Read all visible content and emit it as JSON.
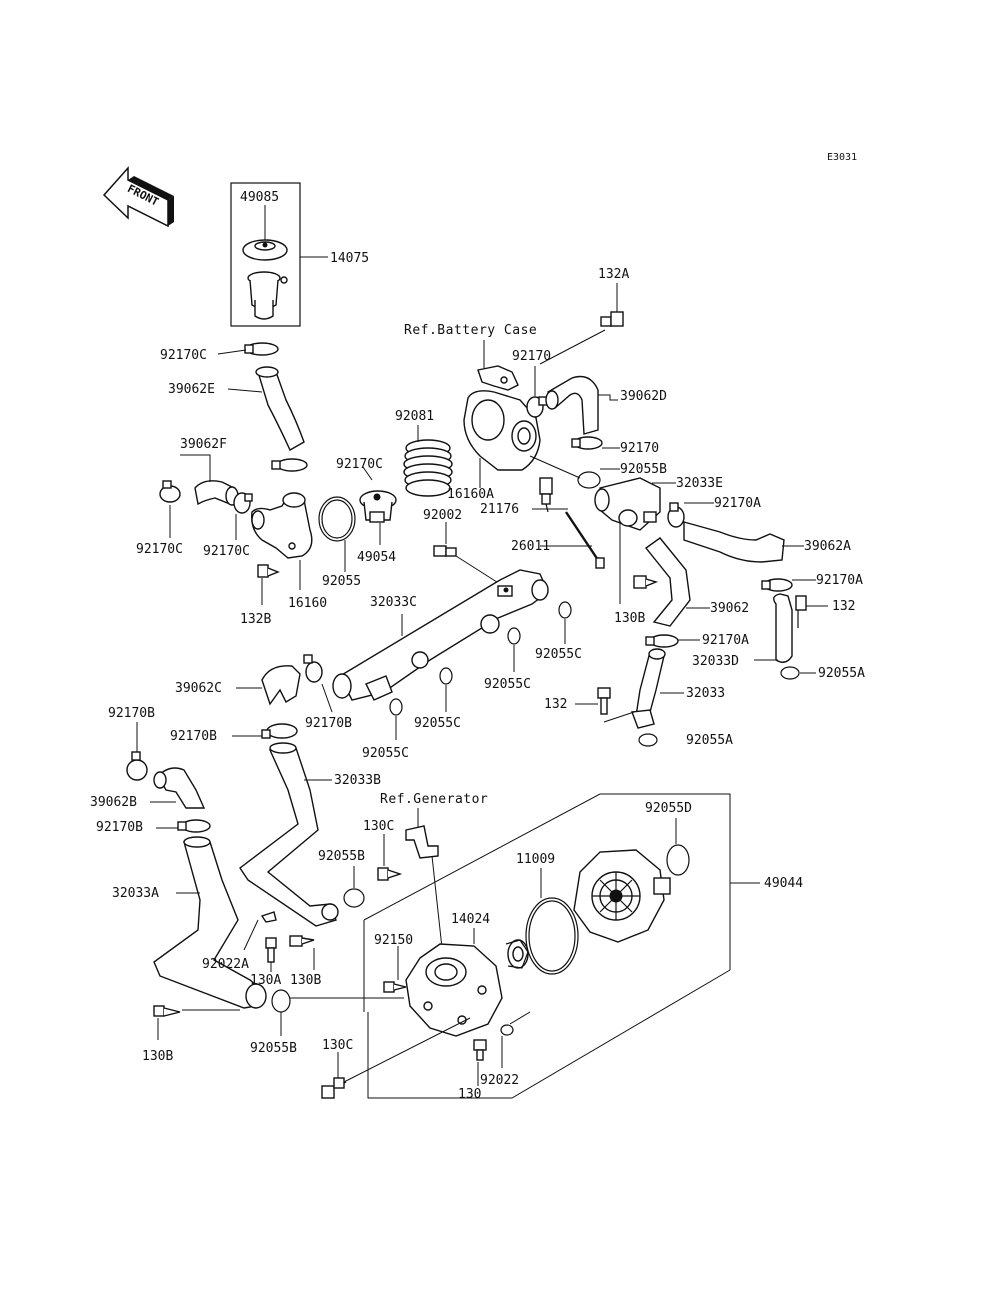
{
  "diagram_code": "E3031",
  "front_label": "FRONT",
  "references": {
    "battery_case": "Ref.Battery Case",
    "generator": "Ref.Generator"
  },
  "labels": {
    "l49085": "49085",
    "l14075": "14075",
    "l92170C_a": "92170C",
    "l39062E": "39062E",
    "l39062F": "39062F",
    "l92170C_b": "92170C",
    "l92170C_c": "92170C",
    "l92170C_d": "92170C",
    "l132B": "132B",
    "l16160": "16160",
    "l92055": "92055",
    "l49054": "49054",
    "l92081": "92081",
    "l16160A": "16160A",
    "l92002": "92002",
    "l21176": "21176",
    "l26011": "26011",
    "l132A": "132A",
    "l92170_a": "92170",
    "l39062D": "39062D",
    "l92170_b": "92170",
    "l92055B_a": "92055B",
    "l32033E": "32033E",
    "l92170A_a": "92170A",
    "l39062A": "39062A",
    "l92170A_b": "92170A",
    "l132_a": "132",
    "l130B_a": "130B",
    "l39062": "39062",
    "l92170A_c": "92170A",
    "l32033D": "32033D",
    "l92055A_a": "92055A",
    "l32033": "32033",
    "l132_b": "132",
    "l92055A_b": "92055A",
    "l32033C": "32033C",
    "l92055C_a": "92055C",
    "l92055C_b": "92055C",
    "l92055C_c": "92055C",
    "l92055C_d": "92055C",
    "l39062C": "39062C",
    "l92170B_a": "92170B",
    "l92170B_b": "92170B",
    "l92170B_c": "92170B",
    "l39062B": "39062B",
    "l92170B_d": "92170B",
    "l32033B": "32033B",
    "l32033A": "32033A",
    "l130C_a": "130C",
    "l92055B_b": "92055B",
    "l92022A": "92022A",
    "l130A": "130A",
    "l130B_b": "130B",
    "l130B_c": "130B",
    "l92055B_c": "92055B",
    "l92150": "92150",
    "l14024": "14024",
    "l11009": "11009",
    "l92055D": "92055D",
    "l49044": "49044",
    "l130C_b": "130C",
    "l92022": "92022",
    "l130": "130"
  }
}
